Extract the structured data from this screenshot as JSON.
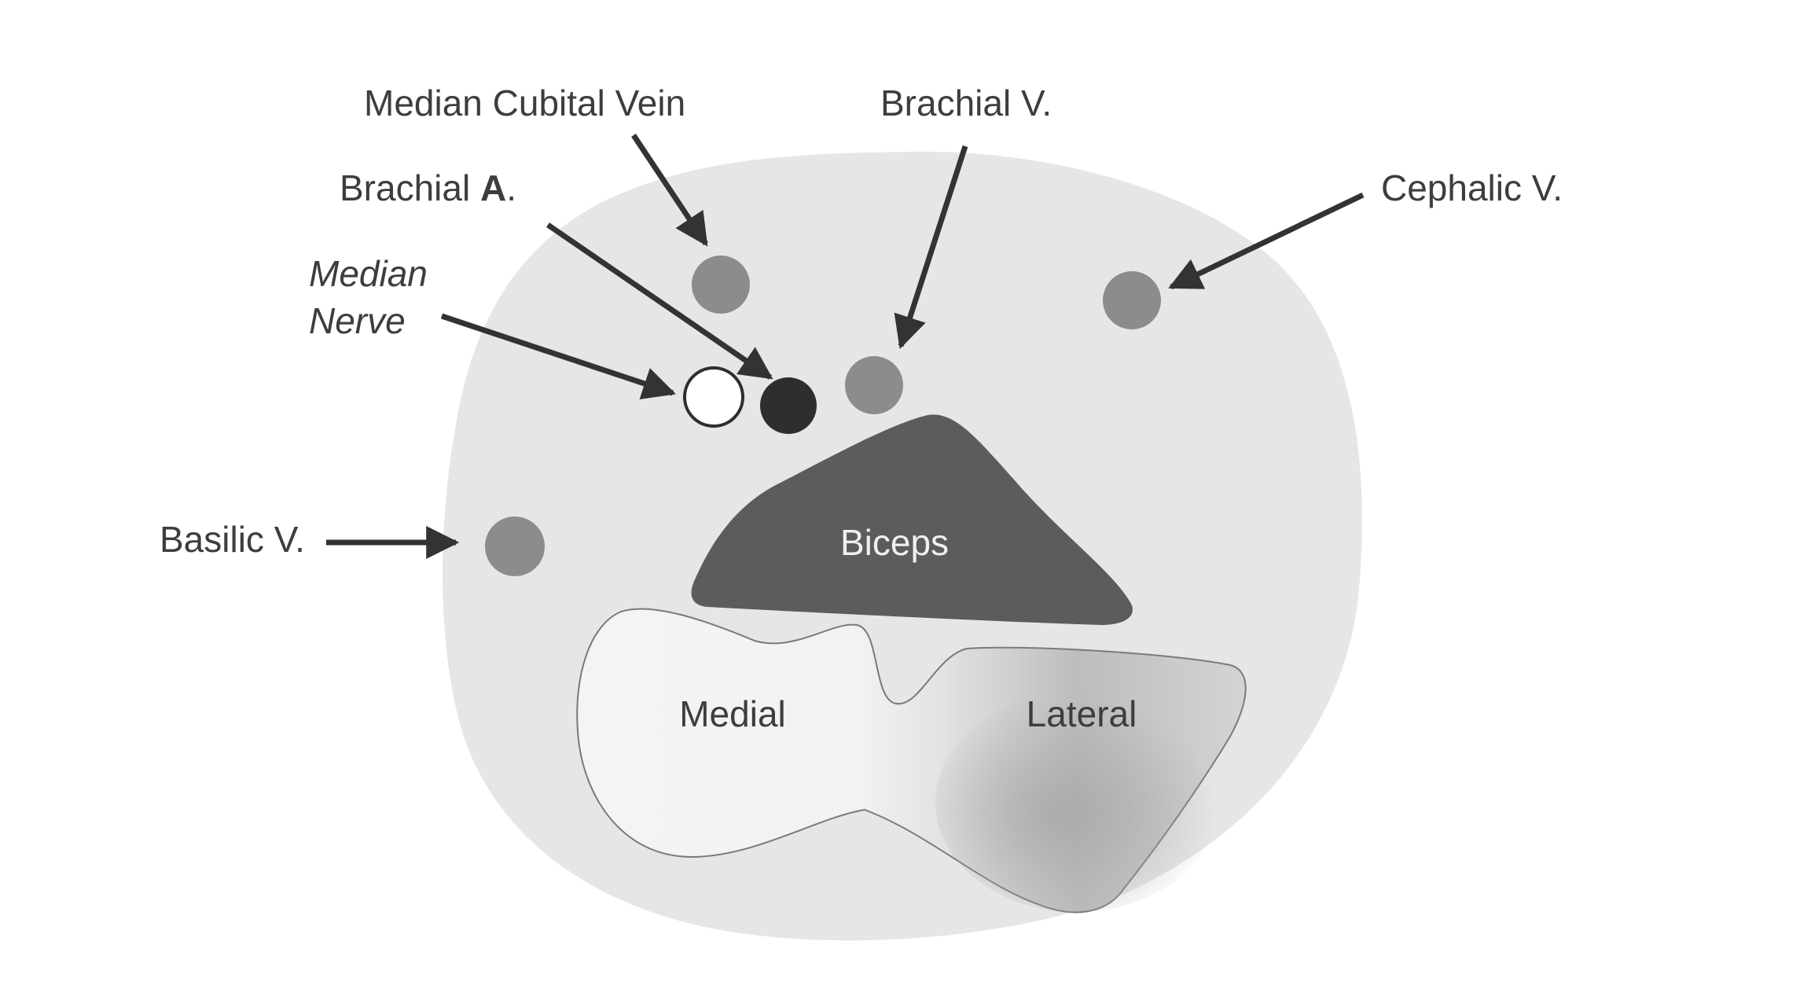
{
  "labels": {
    "median_cubital_vein": "Median Cubital Vein",
    "brachial_vein": "Brachial V.",
    "brachial_artery_prefix": "Brachial ",
    "brachial_artery_bold": "A",
    "brachial_artery_suffix": ".",
    "cephalic_vein": "Cephalic V.",
    "median_nerve_line1": "Median",
    "median_nerve_line2": "Nerve",
    "basilic_vein": "Basilic V.",
    "biceps": "Biceps",
    "medial": "Medial",
    "lateral": "Lateral"
  },
  "colors": {
    "arm_section": "#e6e6e6",
    "vein": "#8c8c8c",
    "artery": "#2e2e2e",
    "nerve": "#ffffff",
    "biceps": "#5c5c5c",
    "biceps_label": "#f0f0f0",
    "arrow": "#333333",
    "text": "#3d3d3d"
  }
}
